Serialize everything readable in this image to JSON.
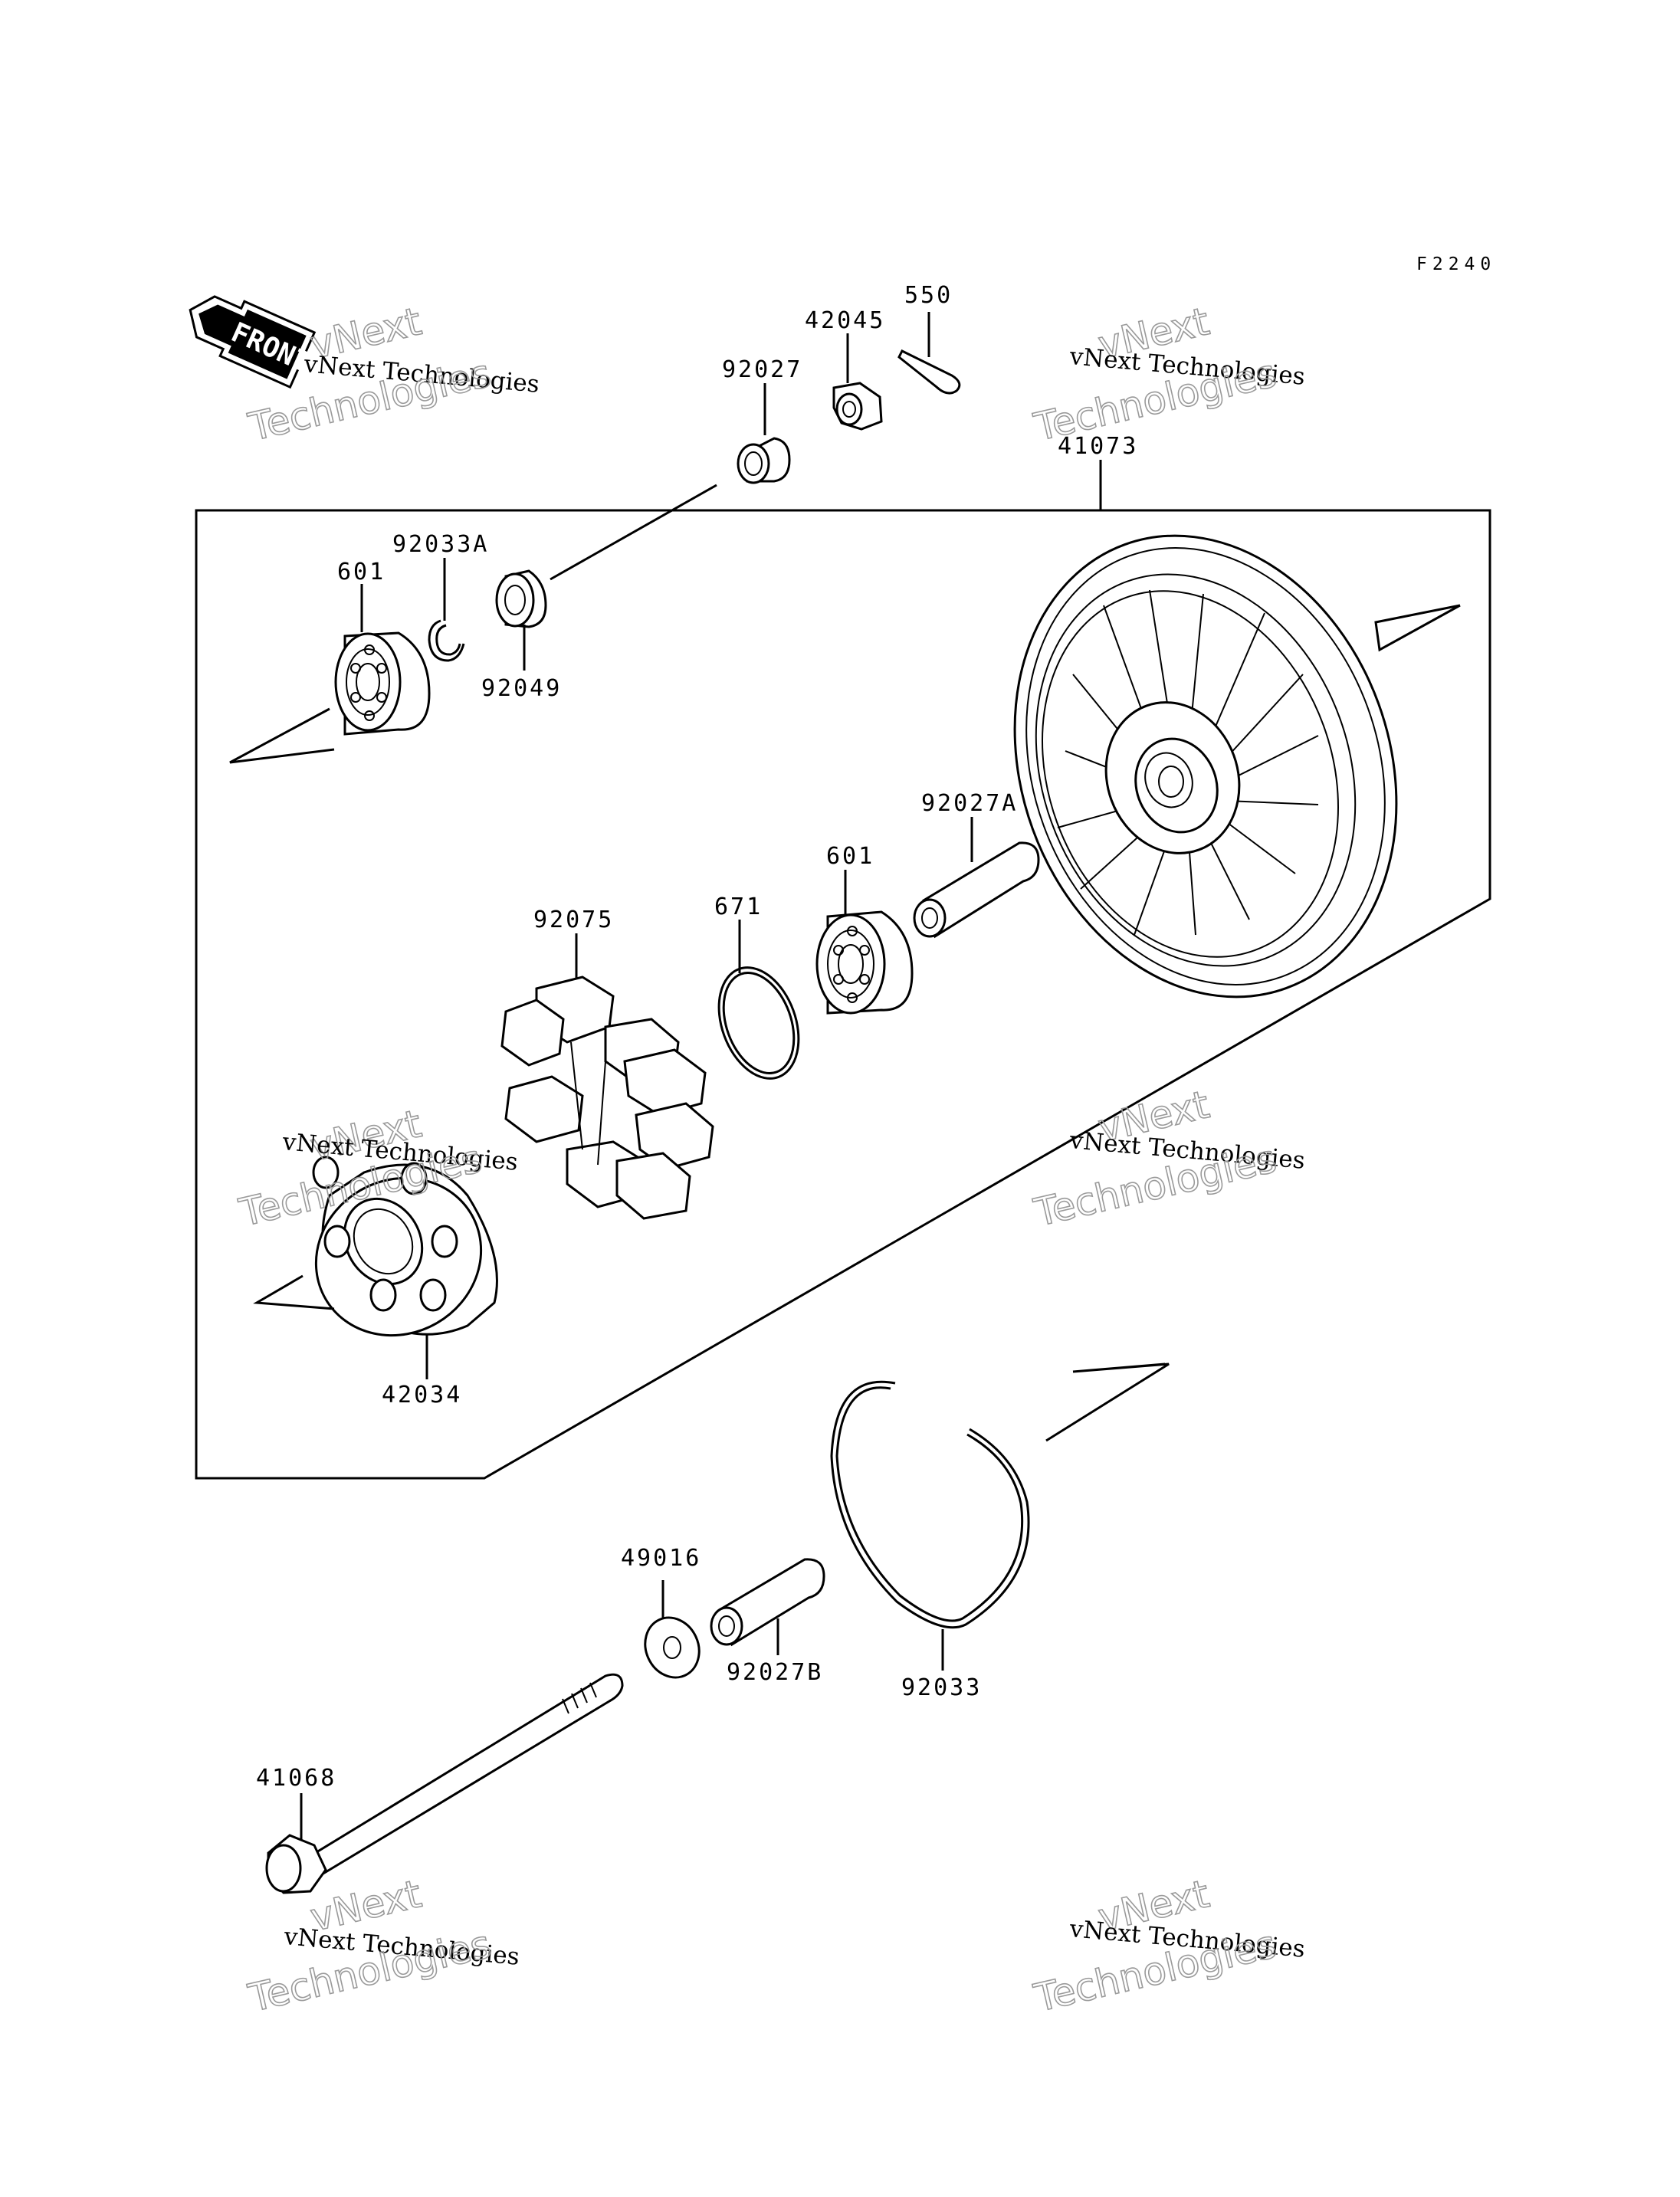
{
  "figure_code": "F2240",
  "front_badge": "FRONT",
  "watermark": {
    "line1": "vNext Technologies",
    "line2": "vNext",
    "line3": "Technologies"
  },
  "parts": {
    "p550": "550",
    "p42045": "42045",
    "p92027": "92027",
    "p41073": "41073",
    "p92033A": "92033A",
    "p601_top": "601",
    "p92049": "92049",
    "p92027A": "92027A",
    "p601_mid": "601",
    "p671": "671",
    "p92075": "92075",
    "p42034": "42034",
    "p49016": "49016",
    "p92027B": "92027B",
    "p92033": "92033",
    "p41068": "41068"
  }
}
